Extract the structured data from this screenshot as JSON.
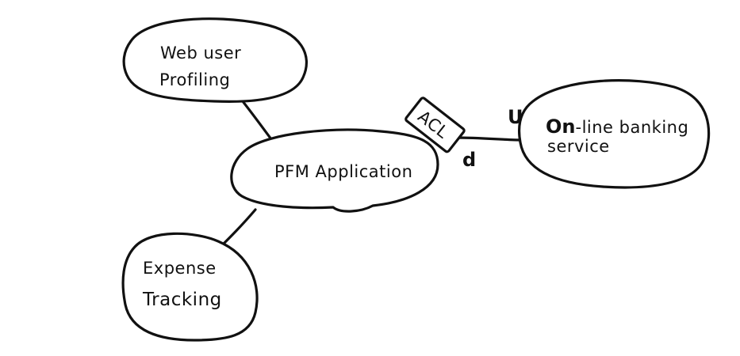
{
  "nodes": {
    "web_profiling": {
      "line1": "Web user",
      "line2": "Profiling"
    },
    "pfm": {
      "label": "PFM Application"
    },
    "banking": {
      "line1_prefix": "On",
      "line1_rest": "-line banking",
      "line2": "service"
    },
    "expense": {
      "line1": "Expense",
      "line2": "Tracking"
    }
  },
  "acl": {
    "label": "ACL"
  },
  "relationship": {
    "upstream": "U",
    "downstream": "d"
  }
}
